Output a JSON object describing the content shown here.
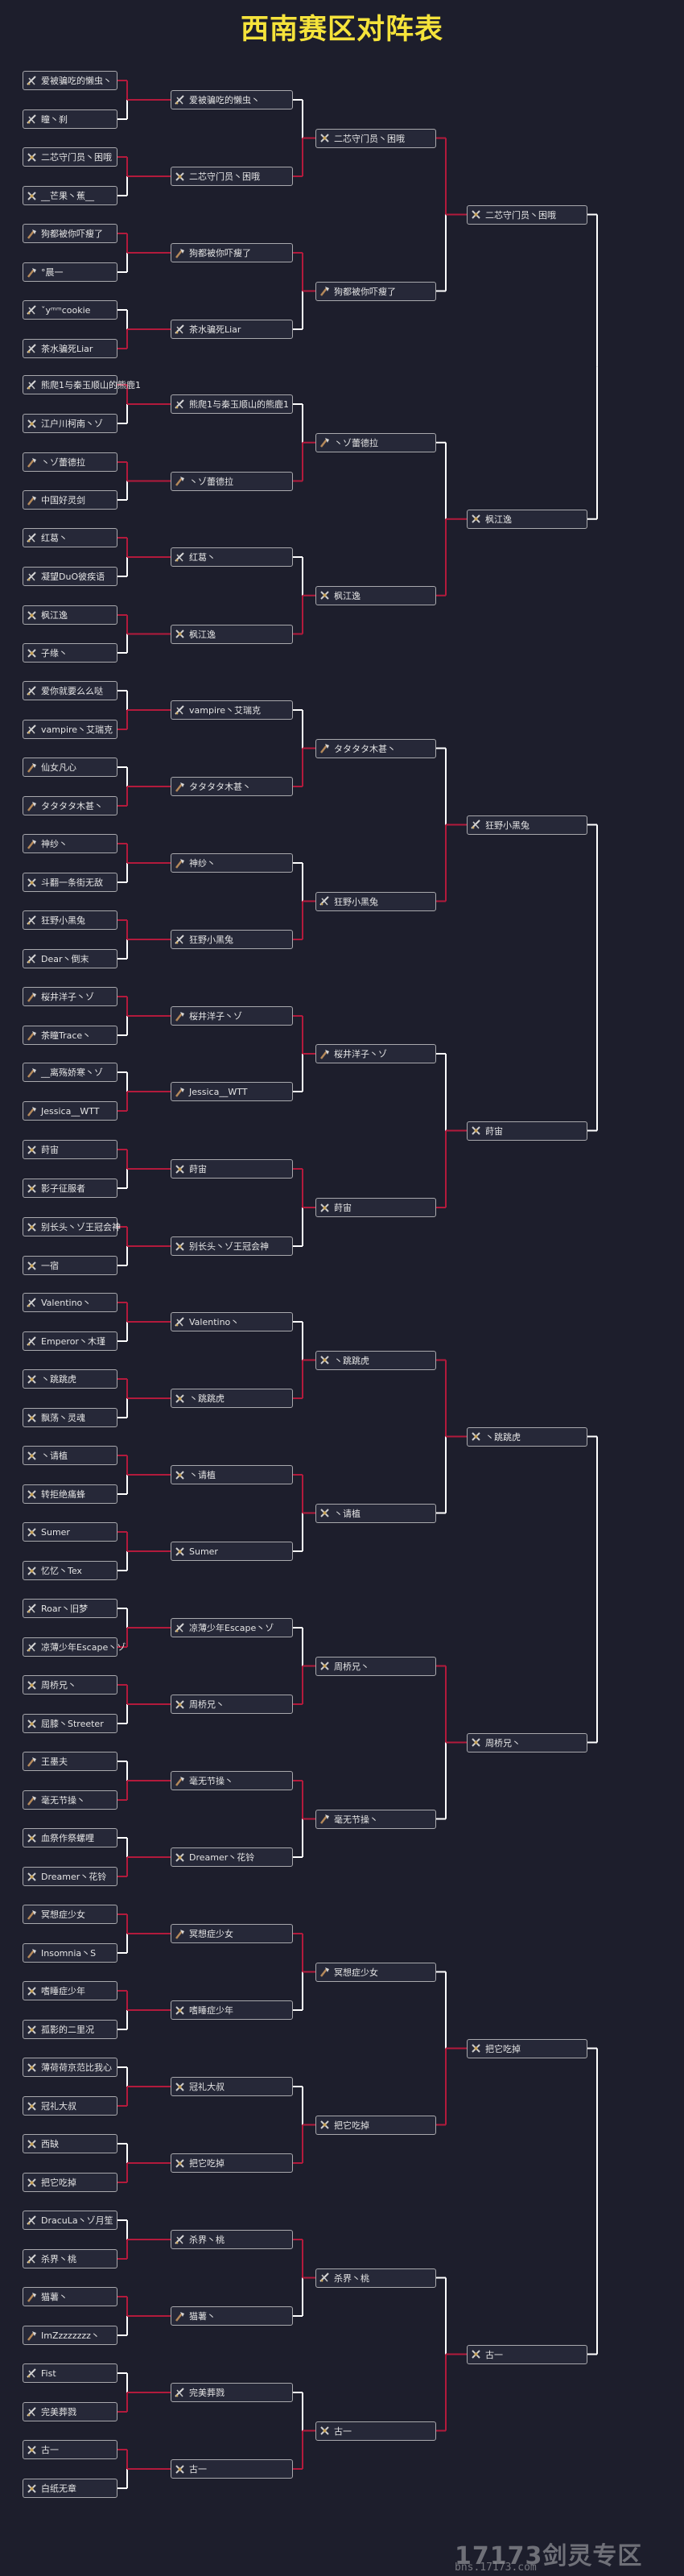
{
  "title": "西南赛区对阵表",
  "watermark": {
    "logo": "17173剑灵专区",
    "url": "bns.17173.com"
  },
  "colors": {
    "background": "#1d1e2c",
    "title": "#f5e33b",
    "line_winner": "#b31a3c",
    "line_loser": "#ffffff",
    "slot_border": "#a9a9ad"
  },
  "icons": [
    "blade-master",
    "kung-fu-master",
    "destroyer",
    "force-master",
    "assassin",
    "summoner"
  ],
  "rounds": [
    [
      {
        "name": "爱被骗吃的懒虫丶",
        "icon": "kung-fu-master"
      },
      {
        "name": "瞳丶刹",
        "icon": "kung-fu-master"
      },
      {
        "name": "二芯守门员丶困哦",
        "icon": "summoner"
      },
      {
        "name": "__芒果丶蕉__",
        "icon": "summoner"
      },
      {
        "name": "狗都被你吓瘦了",
        "icon": "destroyer"
      },
      {
        "name": "°晨一",
        "icon": "destroyer"
      },
      {
        "name": "ˇyᵐᵐcookie",
        "icon": "kung-fu-master"
      },
      {
        "name": "茶水骗死Liar",
        "icon": "kung-fu-master"
      },
      {
        "name": "熊爬1与秦玉顺山的熊鹿1",
        "icon": "kung-fu-master"
      },
      {
        "name": "江户川柯南丶ゾ",
        "icon": "summoner"
      },
      {
        "name": "丶ゾ蕾德拉",
        "icon": "destroyer"
      },
      {
        "name": "中国好灵剑",
        "icon": "destroyer"
      },
      {
        "name": "红葛丶",
        "icon": "kung-fu-master"
      },
      {
        "name": "凝望DuO彼疾语",
        "icon": "kung-fu-master"
      },
      {
        "name": "枫江逸",
        "icon": "summoner"
      },
      {
        "name": "子缘丶",
        "icon": "summoner"
      },
      {
        "name": "爱你就要么么哒",
        "icon": "kung-fu-master"
      },
      {
        "name": "vampire丶艾瑞克",
        "icon": "kung-fu-master"
      },
      {
        "name": "仙女凡心",
        "icon": "destroyer"
      },
      {
        "name": "タタタタ木甚丶",
        "icon": "destroyer"
      },
      {
        "name": "神纱丶",
        "icon": "destroyer"
      },
      {
        "name": "斗翻一条街无敌",
        "icon": "summoner"
      },
      {
        "name": "狂野小黑兔",
        "icon": "kung-fu-master"
      },
      {
        "name": "Dear丶倒末",
        "icon": "kung-fu-master"
      },
      {
        "name": "桜井洋子丶ゾ",
        "icon": "destroyer"
      },
      {
        "name": "茶瞳Trace丶",
        "icon": "destroyer"
      },
      {
        "name": "__离殇娇寒丶ゾ",
        "icon": "destroyer"
      },
      {
        "name": "Jessica__WTT",
        "icon": "destroyer"
      },
      {
        "name": "莳宙",
        "icon": "summoner"
      },
      {
        "name": "影子征服者",
        "icon": "summoner"
      },
      {
        "name": "别长头丶ゾ王冠会神",
        "icon": "summoner"
      },
      {
        "name": "一宿",
        "icon": "summoner"
      },
      {
        "name": "Valentino丶",
        "icon": "kung-fu-master"
      },
      {
        "name": "Emperor丶木瑾",
        "icon": "kung-fu-master"
      },
      {
        "name": "丶跳跳虎",
        "icon": "summoner"
      },
      {
        "name": "飘荡丶灵魂",
        "icon": "summoner"
      },
      {
        "name": "丶请植",
        "icon": "summoner"
      },
      {
        "name": "转拒绝痛蜂",
        "icon": "summoner"
      },
      {
        "name": "Sumer",
        "icon": "summoner"
      },
      {
        "name": "忆忆丶Tex",
        "icon": "summoner"
      },
      {
        "name": "Roar丶旧梦",
        "icon": "kung-fu-master"
      },
      {
        "name": "凉薄少年Escape丶ゾ",
        "icon": "kung-fu-master"
      },
      {
        "name": "周桥兄丶",
        "icon": "summoner"
      },
      {
        "name": "屈膝丶Streeter",
        "icon": "summoner"
      },
      {
        "name": "王墨夫",
        "icon": "destroyer"
      },
      {
        "name": "毫无节操丶",
        "icon": "destroyer"
      },
      {
        "name": "血祭作祭螺哩",
        "icon": "summoner"
      },
      {
        "name": "Dreamer丶花铃",
        "icon": "summoner"
      },
      {
        "name": "冥想症少女",
        "icon": "destroyer"
      },
      {
        "name": "Insomnia丶S",
        "icon": "destroyer"
      },
      {
        "name": "嗜睡症少年",
        "icon": "summoner"
      },
      {
        "name": "孤影的二里况",
        "icon": "summoner"
      },
      {
        "name": "薄荷荷京范比我心",
        "icon": "summoner"
      },
      {
        "name": "冠礼大叔",
        "icon": "summoner"
      },
      {
        "name": "西缺",
        "icon": "summoner"
      },
      {
        "name": "把它吃掉",
        "icon": "summoner"
      },
      {
        "name": "DracuLa丶ゾ月笙",
        "icon": "kung-fu-master"
      },
      {
        "name": "杀界丶桃",
        "icon": "kung-fu-master"
      },
      {
        "name": "猫薯丶",
        "icon": "destroyer"
      },
      {
        "name": "ImZzzzzzzz丶",
        "icon": "destroyer"
      },
      {
        "name": "Fist",
        "icon": "kung-fu-master"
      },
      {
        "name": "完美葬戮",
        "icon": "kung-fu-master"
      },
      {
        "name": "古一",
        "icon": "summoner"
      },
      {
        "name": "白纸无章",
        "icon": "summoner"
      }
    ],
    [
      {
        "name": "爱被骗吃的懒虫丶",
        "icon": "kung-fu-master"
      },
      {
        "name": "二芯守门员丶困哦",
        "icon": "summoner"
      },
      {
        "name": "狗都被你吓瘦了",
        "icon": "destroyer"
      },
      {
        "name": "茶水骗死Liar",
        "icon": "kung-fu-master"
      },
      {
        "name": "熊爬1与秦玉顺山的熊鹿1",
        "icon": "kung-fu-master"
      },
      {
        "name": "丶ゾ蕾德拉",
        "icon": "destroyer"
      },
      {
        "name": "红葛丶",
        "icon": "kung-fu-master"
      },
      {
        "name": "枫江逸",
        "icon": "summoner"
      },
      {
        "name": "vampire丶艾瑞克",
        "icon": "kung-fu-master"
      },
      {
        "name": "タタタタ木甚丶",
        "icon": "destroyer"
      },
      {
        "name": "神纱丶",
        "icon": "destroyer"
      },
      {
        "name": "狂野小黑兔",
        "icon": "kung-fu-master"
      },
      {
        "name": "桜井洋子丶ゾ",
        "icon": "destroyer"
      },
      {
        "name": "Jessica__WTT",
        "icon": "destroyer"
      },
      {
        "name": "莳宙",
        "icon": "summoner"
      },
      {
        "name": "别长头丶ゾ王冠会神",
        "icon": "summoner"
      },
      {
        "name": "Valentino丶",
        "icon": "kung-fu-master"
      },
      {
        "name": "丶跳跳虎",
        "icon": "summoner"
      },
      {
        "name": "丶请植",
        "icon": "summoner"
      },
      {
        "name": "Sumer",
        "icon": "summoner"
      },
      {
        "name": "凉薄少年Escape丶ゾ",
        "icon": "kung-fu-master"
      },
      {
        "name": "周桥兄丶",
        "icon": "summoner"
      },
      {
        "name": "毫无节操丶",
        "icon": "destroyer"
      },
      {
        "name": "Dreamer丶花铃",
        "icon": "summoner"
      },
      {
        "name": "冥想症少女",
        "icon": "destroyer"
      },
      {
        "name": "嗜睡症少年",
        "icon": "summoner"
      },
      {
        "name": "冠礼大叔",
        "icon": "summoner"
      },
      {
        "name": "把它吃掉",
        "icon": "summoner"
      },
      {
        "name": "杀界丶桃",
        "icon": "kung-fu-master"
      },
      {
        "name": "猫薯丶",
        "icon": "destroyer"
      },
      {
        "name": "完美葬戮",
        "icon": "kung-fu-master"
      },
      {
        "name": "古一",
        "icon": "summoner"
      }
    ],
    [
      {
        "name": "二芯守门员丶困哦",
        "icon": "summoner"
      },
      {
        "name": "狗都被你吓瘦了",
        "icon": "destroyer"
      },
      {
        "name": "丶ゾ蕾德拉",
        "icon": "destroyer"
      },
      {
        "name": "枫江逸",
        "icon": "summoner"
      },
      {
        "name": "タタタタ木甚丶",
        "icon": "destroyer"
      },
      {
        "name": "狂野小黑兔",
        "icon": "kung-fu-master"
      },
      {
        "name": "桜井洋子丶ゾ",
        "icon": "destroyer"
      },
      {
        "name": "莳宙",
        "icon": "summoner"
      },
      {
        "name": "丶跳跳虎",
        "icon": "summoner"
      },
      {
        "name": "丶请植",
        "icon": "summoner"
      },
      {
        "name": "周桥兄丶",
        "icon": "summoner"
      },
      {
        "name": "毫无节操丶",
        "icon": "destroyer"
      },
      {
        "name": "冥想症少女",
        "icon": "destroyer"
      },
      {
        "name": "把它吃掉",
        "icon": "summoner"
      },
      {
        "name": "杀界丶桃",
        "icon": "kung-fu-master"
      },
      {
        "name": "古一",
        "icon": "summoner"
      }
    ],
    [
      {
        "name": "二芯守门员丶困哦",
        "icon": "summoner"
      },
      {
        "name": "枫江逸",
        "icon": "summoner"
      },
      {
        "name": "狂野小黑兔",
        "icon": "kung-fu-master"
      },
      {
        "name": "莳宙",
        "icon": "summoner"
      },
      {
        "name": "丶跳跳虎",
        "icon": "summoner"
      },
      {
        "name": "周桥兄丶",
        "icon": "summoner"
      },
      {
        "name": "把它吃掉",
        "icon": "summoner"
      },
      {
        "name": "古一",
        "icon": "summoner"
      }
    ]
  ]
}
